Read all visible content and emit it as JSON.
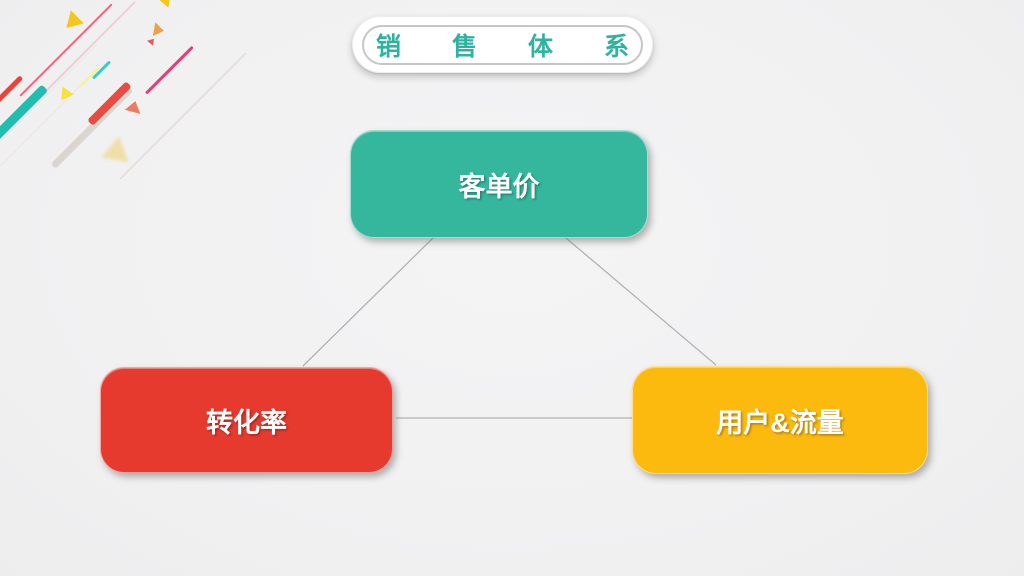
{
  "slide": {
    "title": {
      "text": "销售体系",
      "color": "#2fb3a1"
    },
    "diagram": {
      "nodes": [
        {
          "id": "top",
          "label": "客单价",
          "color": "#35b79e"
        },
        {
          "id": "bottom-left",
          "label": "转化率",
          "color": "#e73a2e"
        },
        {
          "id": "bottom-right",
          "label": "用户&流量",
          "color": "#fcb90e"
        }
      ],
      "connector_color": "#b3b3b3"
    },
    "decor": {
      "accent_colors": [
        "#ea3a77",
        "#20bdb0",
        "#f3c71c",
        "#e84b3f",
        "#dad5d0"
      ]
    }
  }
}
